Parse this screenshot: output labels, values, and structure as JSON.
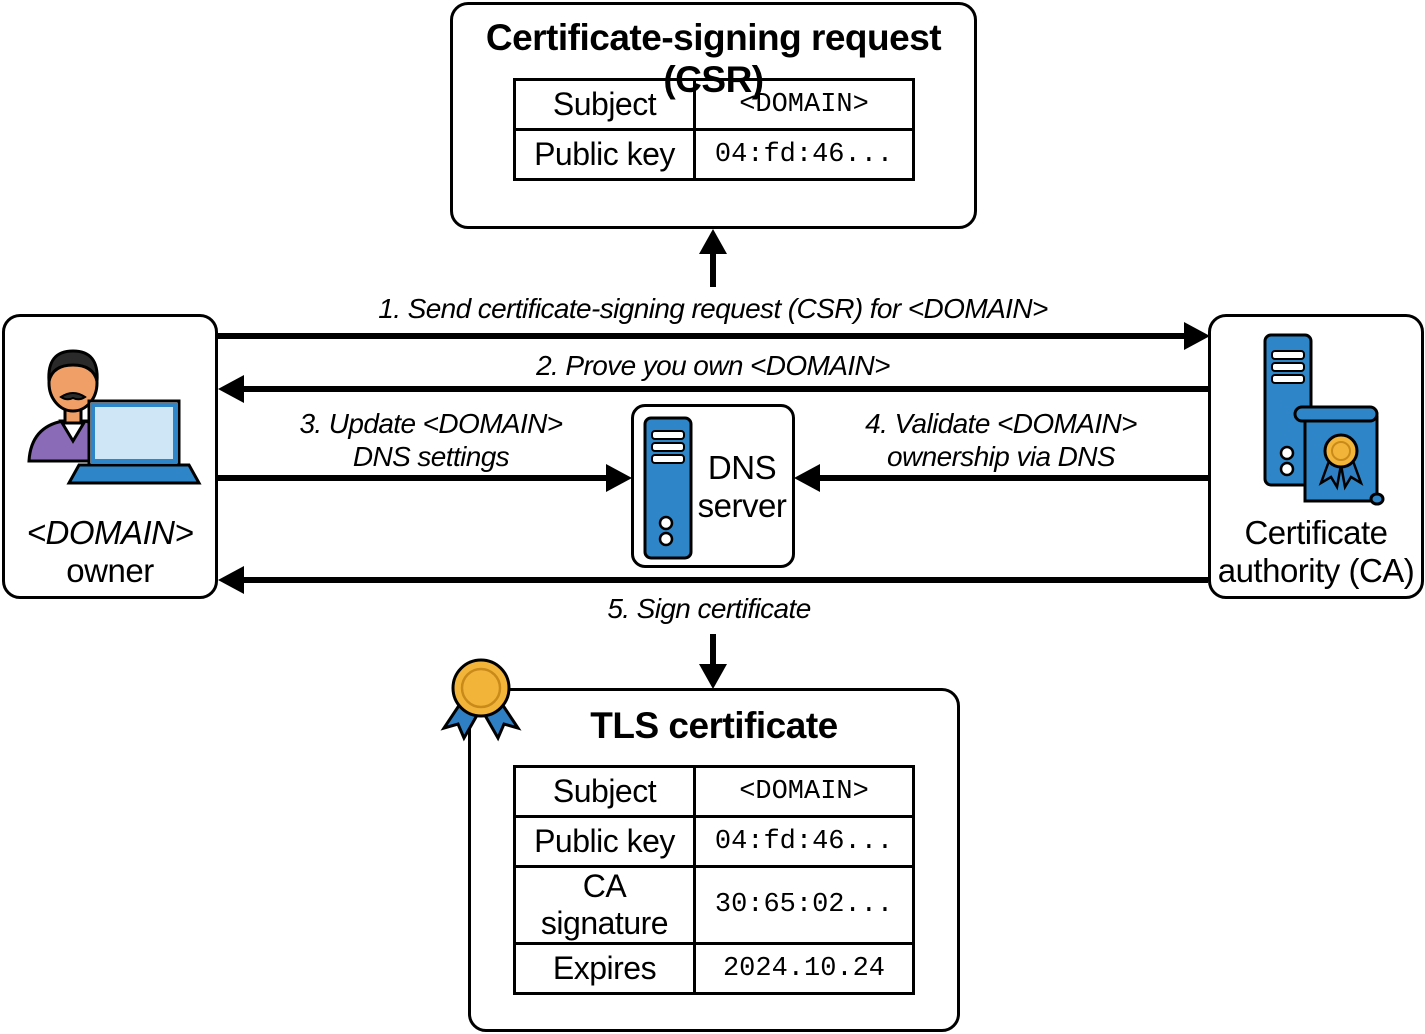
{
  "csr": {
    "title": "Certificate-signing request (CSR)",
    "rows": [
      {
        "key": "Subject",
        "value": "<DOMAIN>"
      },
      {
        "key": "Public key",
        "value": "04:fd:46..."
      }
    ]
  },
  "tls": {
    "title": "TLS certificate",
    "rows": [
      {
        "key": "Subject",
        "value": "<DOMAIN>"
      },
      {
        "key": "Public key",
        "value": "04:fd:46..."
      },
      {
        "key": "CA signature",
        "value": "30:65:02..."
      },
      {
        "key": "Expires",
        "value": "2024.10.24"
      }
    ]
  },
  "nodes": {
    "owner": {
      "line1": "<DOMAIN>",
      "line2": "owner",
      "icon": "person-laptop-icon"
    },
    "dns": {
      "line1": "DNS",
      "line2": "server",
      "icon": "server-icon"
    },
    "ca": {
      "line1": "Certificate",
      "line2": "authority (CA)",
      "icon": "server-certificate-icon"
    }
  },
  "steps": {
    "s1": "1. Send certificate-signing request (CSR) for <DOMAIN>",
    "s2": "2. Prove you own <DOMAIN>",
    "s3a": "3. Update <DOMAIN>",
    "s3b": "DNS settings",
    "s4a": "4. Validate <DOMAIN>",
    "s4b": "ownership via DNS",
    "s5": "5. Sign certificate"
  },
  "colors": {
    "server_blue": "#2e86c8",
    "server_dark": "#1e5f95",
    "skin": "#f0a066",
    "shirt": "#8a6bb8",
    "laptop": "#2e86c8",
    "screen": "#cfe6f7",
    "medal_gold": "#f2b53a",
    "ribbon_blue": "#2f7fc4"
  }
}
